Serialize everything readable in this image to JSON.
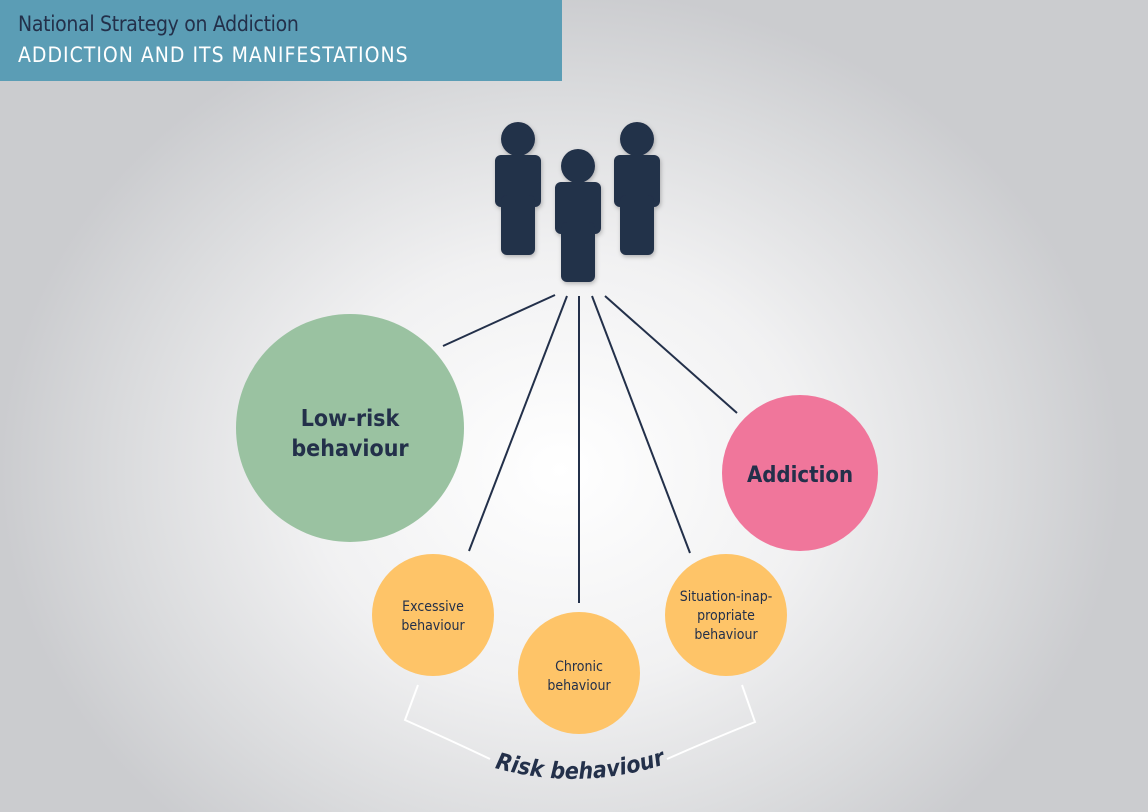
{
  "header": {
    "title": "National Strategy on Addiction",
    "subtitle": "ADDICTION AND ITS MANIFESTATIONS"
  },
  "nodes": {
    "low_risk": [
      "Low-risk",
      "behaviour"
    ],
    "addiction": "Addiction",
    "excessive": [
      "Excessive",
      "behaviour"
    ],
    "chronic": [
      "Chronic",
      "behaviour"
    ],
    "situation": [
      "Situation-inap-",
      "propriate",
      "behaviour"
    ]
  },
  "group_label": "Risk behaviour",
  "colors": {
    "header": "#5b9db5",
    "dark": "#23304a",
    "green": "#9ac2a1",
    "pink": "#f0769b",
    "orange": "#fec468"
  }
}
